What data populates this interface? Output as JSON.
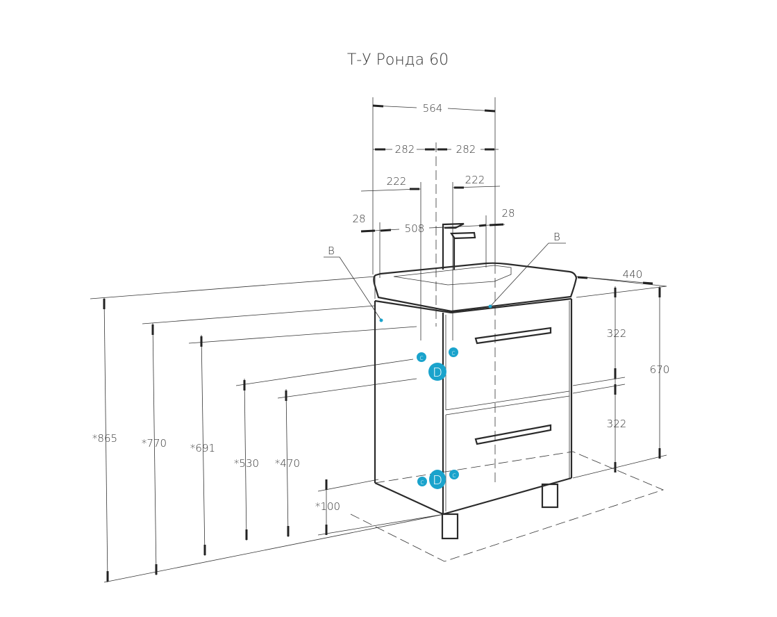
{
  "title": "Т-У Ронда 60",
  "dimensions": {
    "overall_width": "564",
    "half_left": "282",
    "half_right": "282",
    "hole_left": "222",
    "hole_right": "222",
    "inner_width": "508",
    "margin_left": "28",
    "margin_right": "28",
    "depth": "440",
    "drawer_top": "322",
    "drawer_bottom": "322",
    "cabinet_height": "670",
    "h865": "*865",
    "h770": "*770",
    "h691": "*691",
    "h530": "*530",
    "h470": "*470",
    "h100": "*100"
  },
  "markers": {
    "b_left": "B",
    "b_right": "B",
    "c": "c",
    "d": "D"
  },
  "colors": {
    "marker": "#1aa3cc",
    "line": "#2a2a2a"
  }
}
